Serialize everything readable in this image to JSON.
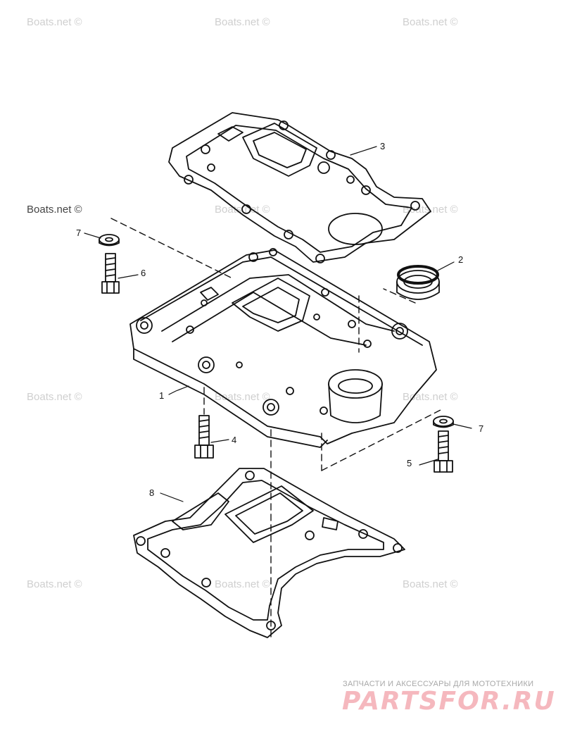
{
  "diagram": {
    "callouts": {
      "p1": "1",
      "p2": "2",
      "p3": "3",
      "p4": "4",
      "p5": "5",
      "p6": "6",
      "p7a": "7",
      "p7b": "7",
      "p8": "8"
    }
  },
  "watermarks": {
    "site": "Boats.net",
    "copyright": "©"
  },
  "footer": {
    "tagline": "ЗАПЧАСТИ И АКСЕССУАРЫ ДЛЯ МОТОТЕХНИКИ",
    "brand": "PARTSFOR.RU"
  },
  "colors": {
    "line": "#111111",
    "watermark": "#cfcfcf",
    "brand": "#f5b8be"
  }
}
